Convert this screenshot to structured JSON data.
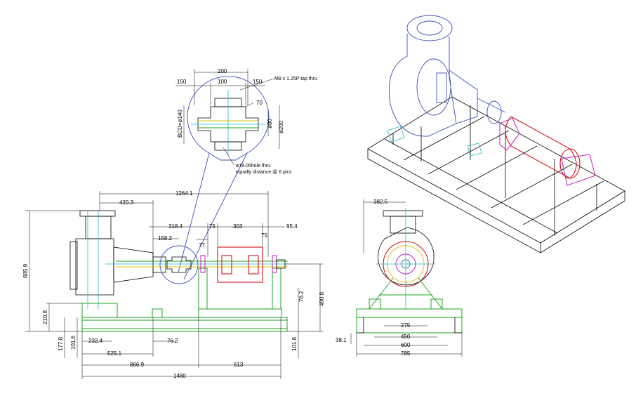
{
  "colors": {
    "outline": "#000000",
    "frame": "#1fa31f",
    "pump": "#3a4fb5",
    "centerline": "#1fb8c8",
    "motor": "#d4121c",
    "coupling_housing": "#c21fc2",
    "bearing": "#d8c400"
  },
  "detail": {
    "dims": {
      "w200": "200",
      "w150_left": "150",
      "w100": "100",
      "w150_right": "150",
      "h70": "70",
      "h80": "ø80",
      "h200": "ø200",
      "bcd": "BCD=ø140"
    },
    "notes": {
      "tap": "M8 x 1.25P tap thru",
      "hole_line1": "ø19.05hole thru",
      "hole_line2": "equally distance @ 6 pics"
    }
  },
  "side_view": {
    "dims": {
      "d1264": "1264.1",
      "d420": "420.3",
      "d318": "318.4",
      "d75a": "75",
      "d303": "303",
      "d75b": "75",
      "d95": "95.4",
      "d158": "158.2",
      "d77": "77",
      "d685": "685.9",
      "d210": "210.8",
      "d177": "177.8",
      "d101a": "101.6",
      "d232": "232.4",
      "d525": "525.1",
      "d76a": "76.2",
      "d866": "866.9",
      "d613": "613",
      "d1480": "1480",
      "d101b": "101.6",
      "d76b": "76.2",
      "d490": "490.8"
    }
  },
  "front_view": {
    "dims": {
      "d382": "382.5",
      "d275": "275",
      "d450": "450",
      "d600": "600",
      "d785": "785",
      "d38": "38.1"
    }
  }
}
